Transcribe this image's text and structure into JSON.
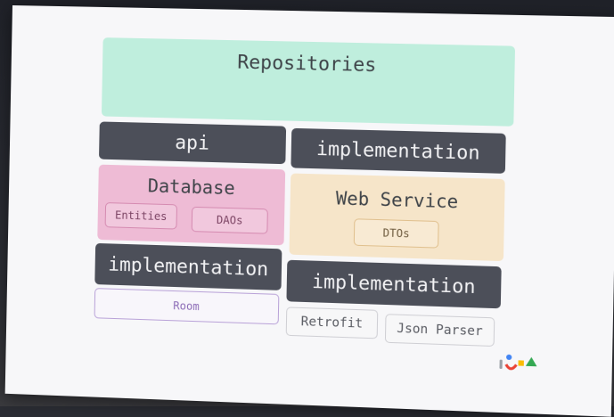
{
  "diagram": {
    "repositories": {
      "label": "Repositories"
    },
    "db_api": {
      "label": "api"
    },
    "ws_api": {
      "label": "implementation"
    },
    "database": {
      "label": "Database",
      "items": [
        "Entities",
        "DAOs"
      ]
    },
    "web_service": {
      "label": "Web Service",
      "items": [
        "DTOs"
      ]
    },
    "db_impl": {
      "label": "implementation"
    },
    "ws_impl": {
      "label": "implementation"
    },
    "db_libs": [
      "Room"
    ],
    "ws_libs": [
      "Retrofit",
      "Json Parser"
    ]
  },
  "colors": {
    "repositories": "#bfeedd",
    "dark_box": "#4c4f59",
    "database": "#eebbd5",
    "web_service": "#f6e5c9",
    "room_border": "#b9a2d8"
  },
  "logo": {
    "icon": "google-io-logo-icon"
  }
}
